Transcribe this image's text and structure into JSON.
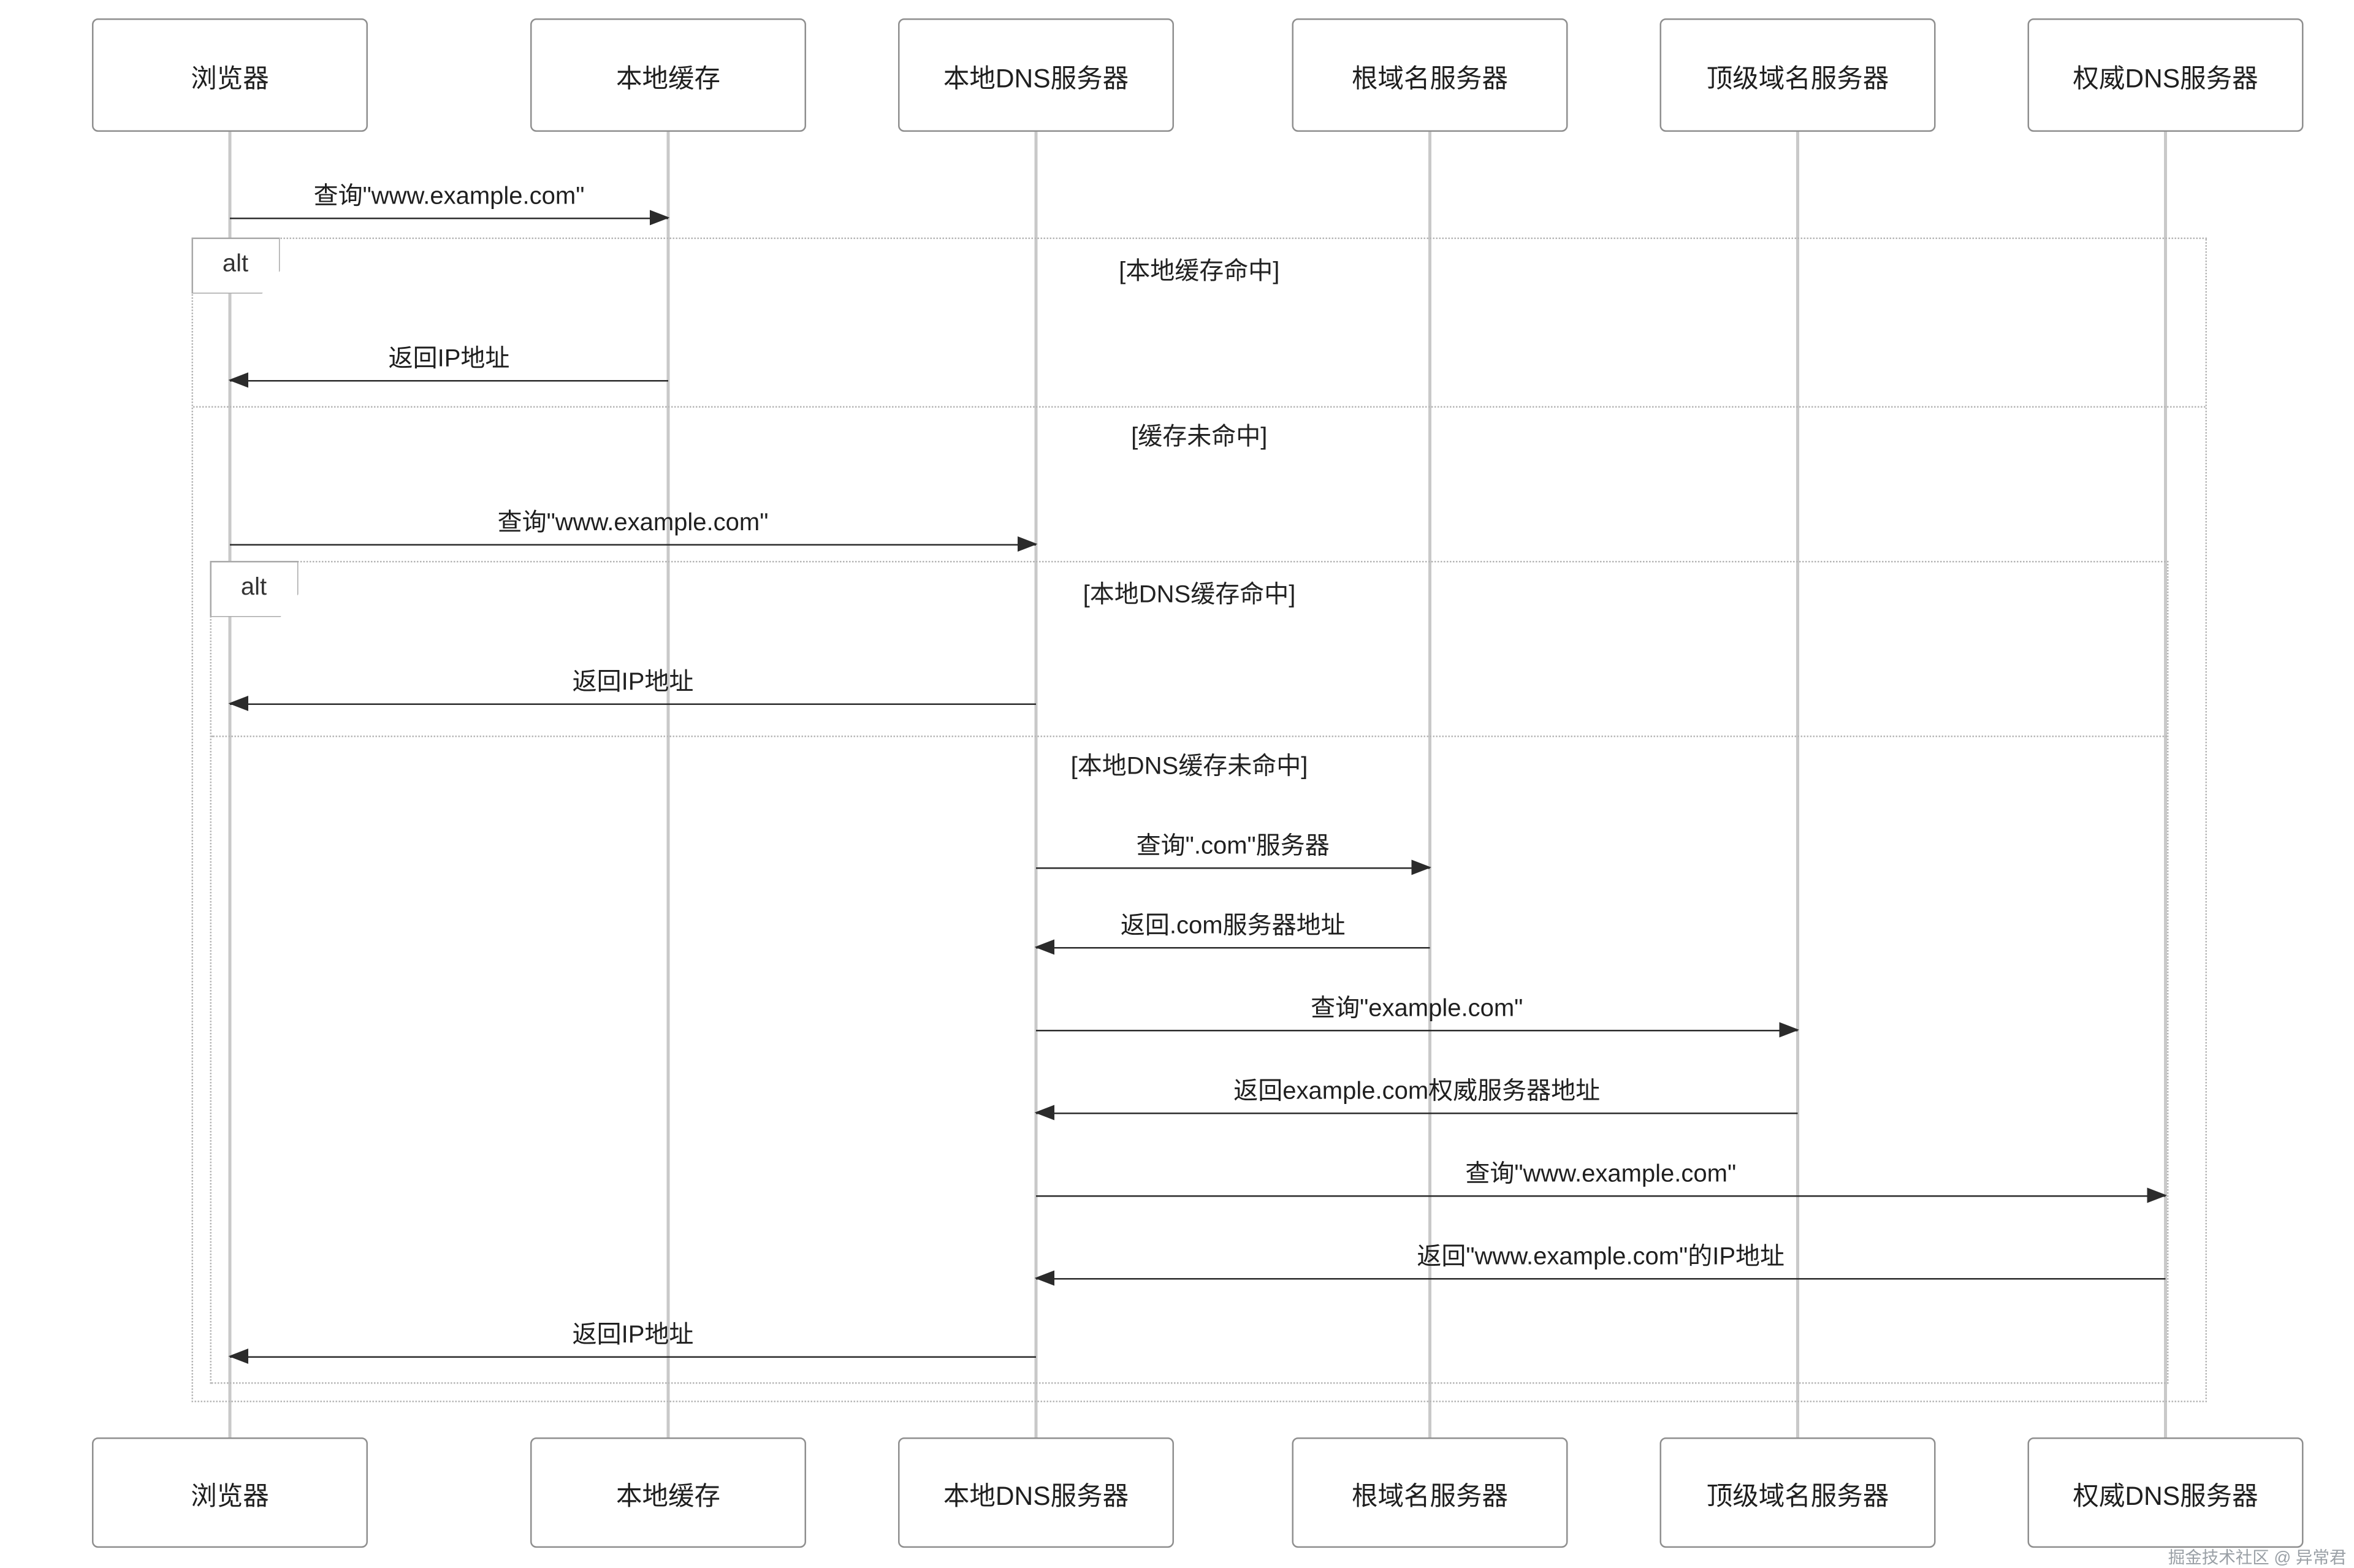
{
  "diagram": {
    "title": "DNS resolution sequence diagram",
    "colors": {
      "participant_border": "#8f8f8f",
      "lifeline": "#c9c9c9",
      "frame_border": "#b5b5b5",
      "arrow": "#2b2b2b",
      "background": "#ffffff",
      "watermark": "#9aa0a6"
    },
    "participants": [
      {
        "label": "浏览器"
      },
      {
        "label": "本地缓存"
      },
      {
        "label": "本地DNS服务器"
      },
      {
        "label": "根域名服务器"
      },
      {
        "label": "顶级域名服务器"
      },
      {
        "label": "权威DNS服务器"
      }
    ],
    "frames": [
      {
        "type": "alt",
        "label": "alt",
        "condition": "[本地缓存命中]",
        "else_condition": "[缓存未命中]"
      },
      {
        "type": "alt",
        "label": "alt",
        "condition": "[本地DNS缓存命中]",
        "else_condition": "[本地DNS缓存未命中]"
      }
    ],
    "messages": [
      {
        "text": "查询\"www.example.com\"",
        "from": "浏览器",
        "to": "本地缓存"
      },
      {
        "text": "返回IP地址",
        "from": "本地缓存",
        "to": "浏览器"
      },
      {
        "text": "查询\"www.example.com\"",
        "from": "浏览器",
        "to": "本地DNS服务器"
      },
      {
        "text": "返回IP地址",
        "from": "本地DNS服务器",
        "to": "浏览器"
      },
      {
        "text": "查询\".com\"服务器",
        "from": "本地DNS服务器",
        "to": "根域名服务器"
      },
      {
        "text": "返回.com服务器地址",
        "from": "根域名服务器",
        "to": "本地DNS服务器"
      },
      {
        "text": "查询\"example.com\"",
        "from": "本地DNS服务器",
        "to": "顶级域名服务器"
      },
      {
        "text": "返回example.com权威服务器地址",
        "from": "顶级域名服务器",
        "to": "本地DNS服务器"
      },
      {
        "text": "查询\"www.example.com\"",
        "from": "本地DNS服务器",
        "to": "权威DNS服务器"
      },
      {
        "text": "返回\"www.example.com\"的IP地址",
        "from": "权威DNS服务器",
        "to": "本地DNS服务器"
      },
      {
        "text": "返回IP地址",
        "from": "本地DNS服务器",
        "to": "浏览器"
      }
    ],
    "watermark": "掘金技术社区 @ 异常君"
  }
}
